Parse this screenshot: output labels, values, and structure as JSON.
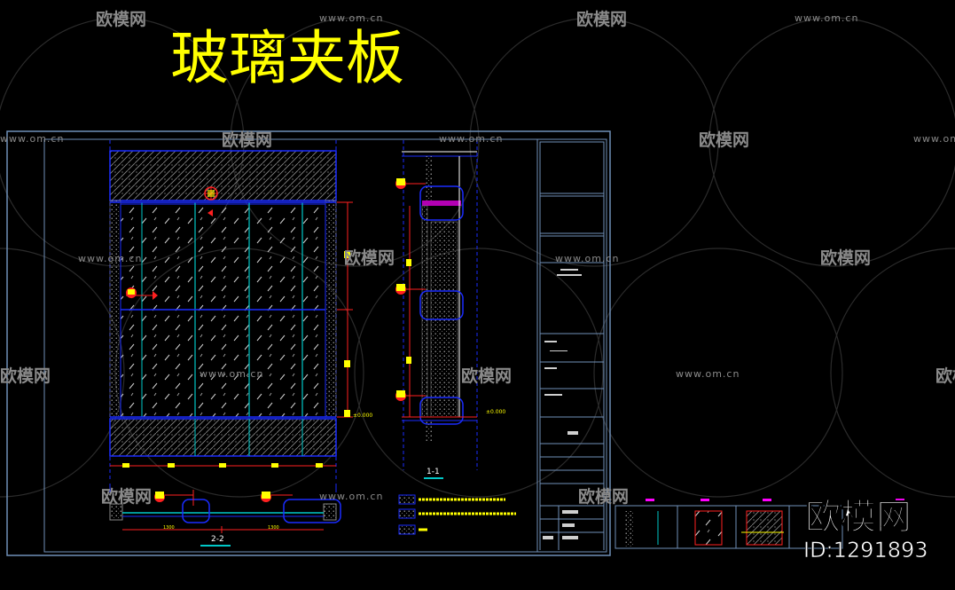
{
  "drawing": {
    "title": "玻璃夹板",
    "section_label_1": "1-1",
    "section_label_2": "2-2",
    "elevation_label": "±0.000",
    "tick_label_1": "1300",
    "tick_label_2": "1300"
  },
  "watermark": {
    "brand": "欧模网",
    "site": "www.om.cn",
    "badge_brand": "欧模网",
    "badge_id": "ID:1291893"
  },
  "colors": {
    "background": "#000000",
    "title": "#ffff00",
    "frame": "#6f8fb8",
    "blue": "#1a2cff",
    "cyan": "#00c8c8",
    "red": "#ff2020",
    "yellow": "#ffff00",
    "magenta": "#ff00ff",
    "white": "#ffffff",
    "watermark": "#9a9a9a"
  }
}
